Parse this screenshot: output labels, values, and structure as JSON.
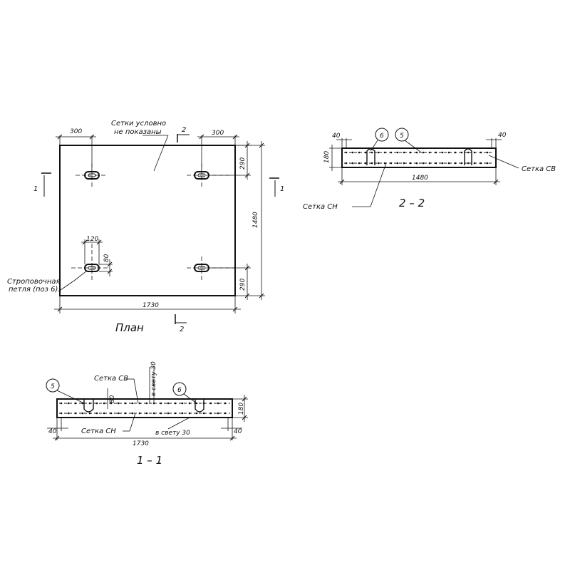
{
  "plan": {
    "title": "План",
    "note_line1": "Сетки условно",
    "note_line2": "не показаны",
    "dim_overall_width": "1730",
    "dim_overall_height": "1480",
    "dim_loop_offset_left": "300",
    "dim_loop_offset_right": "300",
    "dim_loop_offset_top": "290",
    "dim_loop_offset_bottom": "290",
    "dim_loop_length": "120",
    "dim_loop_width": "80",
    "loop_label_line1": "Строповочная",
    "loop_label_line2": "петля (поз 6)",
    "section_1_mark": "1",
    "section_2_mark": "2"
  },
  "section_1_1": {
    "title": "1 – 1",
    "callout_5": "5",
    "callout_6": "6",
    "mesh_top_label": "Сетка СВ",
    "mesh_bottom_label": "Сетка СН",
    "clear_label_top": "в свету 30",
    "clear_label_bottom": "в свету 30",
    "dim_height": "180",
    "dim_loop_depth": "80",
    "dim_cover_left": "40",
    "dim_cover_right": "40",
    "dim_length": "1730"
  },
  "section_2_2": {
    "title": "2 – 2",
    "callout_6": "6",
    "callout_5": "5",
    "mesh_top_label": "Сетка СВ",
    "mesh_bottom_label": "Сетка СН",
    "dim_cover_left": "40",
    "dim_cover_right": "40",
    "dim_height": "180",
    "dim_length": "1480"
  }
}
